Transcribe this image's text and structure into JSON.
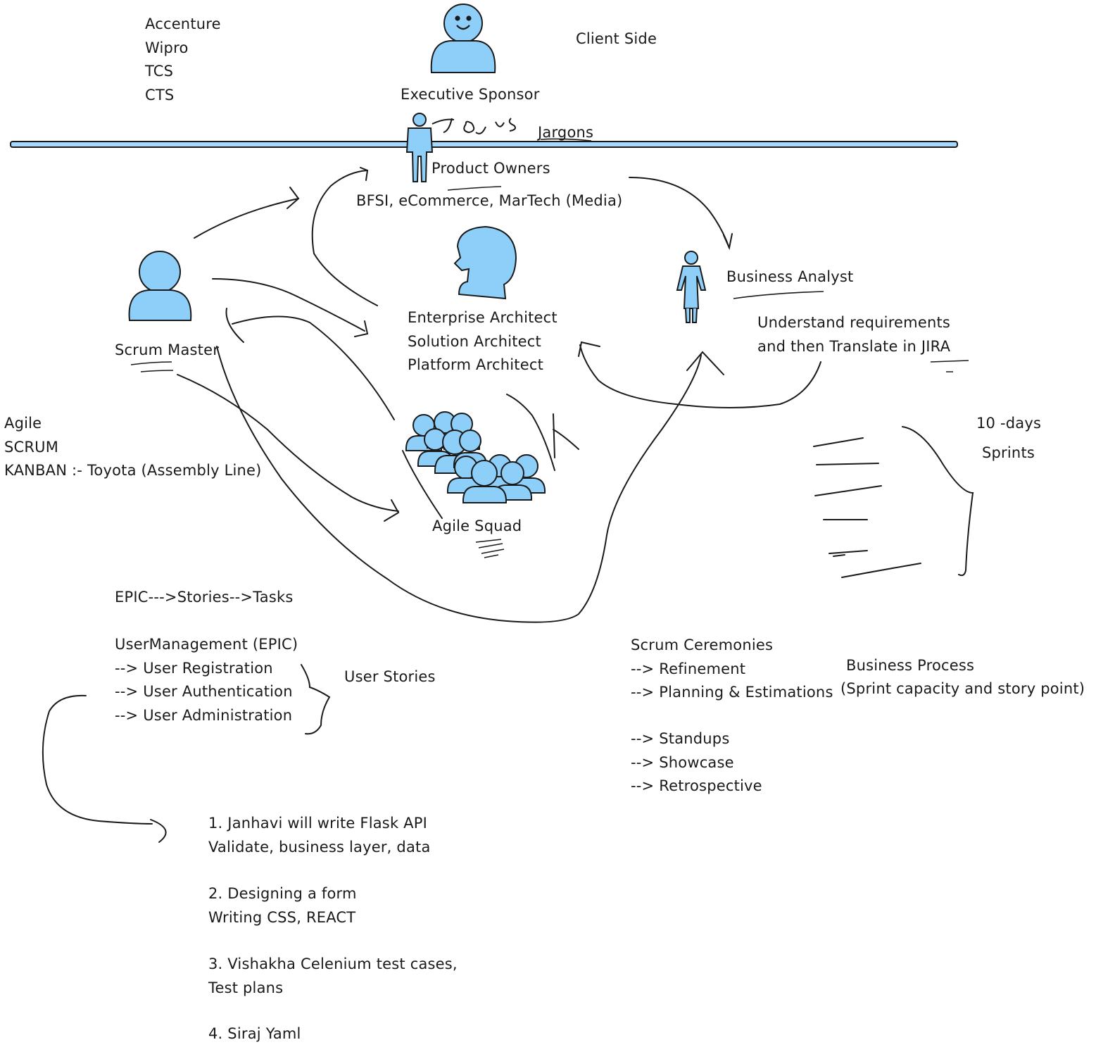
{
  "colors": {
    "ink": "#1a1a1a",
    "figure_fill": "#8ecffa",
    "figure_stroke": "#1a1a1a",
    "divider_fill": "#a8d8fb"
  },
  "icons": [
    "smiling-person-icon",
    "product-owner-figure-icon",
    "user-icon",
    "head-profile-icon",
    "woman-figure-icon",
    "group-people-icon"
  ],
  "companies": [
    "Accenture",
    "Wipro",
    "TCS",
    "CTS"
  ],
  "client_side": "Client Side",
  "executive_sponsor": "Executive Sponsor",
  "jargons": "Jargons",
  "product_owners": "Product Owners",
  "domains": "BFSI, eCommerce, MarTech (Media)",
  "scrum_master": "Scrum Master",
  "architects": [
    "Enterprise Architect",
    "Solution Architect",
    "Platform Architect"
  ],
  "business_analyst": "Business Analyst",
  "ba_task": [
    "Understand requirements",
    "and then Translate in JIRA"
  ],
  "methodologies": [
    "Agile",
    "SCRUM",
    "KANBAN :- Toyota (Assembly Line)"
  ],
  "agile_squad": "Agile Squad",
  "sprint_length": "10 -days",
  "sprints": "Sprints",
  "hierarchy": "EPIC--->Stories-->Tasks",
  "epic": {
    "title": "UserManagement (EPIC)",
    "stories": [
      "--> User Registration",
      "--> User Authentication",
      "--> User Administration"
    ]
  },
  "user_stories": "User Stories",
  "ceremonies": {
    "title": "Scrum Ceremonies",
    "items_a": [
      "--> Refinement",
      "--> Planning & Estimations"
    ],
    "items_b": [
      "--> Standups",
      "--> Showcase",
      "--> Retrospective"
    ]
  },
  "business_process": [
    "Business Process",
    "(Sprint capacity and story point)"
  ],
  "tasks": [
    [
      "1. Janhavi will write Flask API",
      "Validate, business layer, data"
    ],
    [
      "2. Designing a form",
      "Writing CSS, REACT"
    ],
    [
      "3. Vishakha Celenium test cases,",
      "Test plans"
    ],
    [
      "4. Siraj Yaml"
    ]
  ]
}
